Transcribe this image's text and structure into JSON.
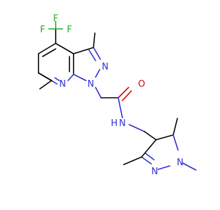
{
  "colors": {
    "background": "#ffffff",
    "carbon": "#000000",
    "nitrogen": "#2c2cd6",
    "oxygen": "#d40000",
    "fluorine": "#22aa22"
  },
  "atoms": {
    "f1": "F",
    "f2": "F",
    "f3": "F",
    "n_pyridine": "N",
    "n1_pyrazole": "N",
    "n2_pyrazole": "N",
    "o_carbonyl": "O",
    "n_amide": "N",
    "h_amide": "H",
    "n_trimethylpyrazole_1": "N",
    "n_trimethylpyrazole_2": "N"
  }
}
